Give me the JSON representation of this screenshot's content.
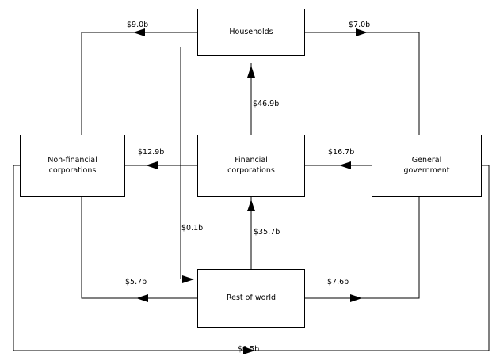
{
  "diagram": {
    "title": "",
    "type": "flow-diagram",
    "currency_unit": "billions of dollars",
    "nodes": [
      {
        "id": "households",
        "label": "Households"
      },
      {
        "id": "nonfinancial",
        "label": "Non-financial\ncorporations"
      },
      {
        "id": "financial",
        "label": "Financial\ncorporations"
      },
      {
        "id": "government",
        "label": "General\ngovernment"
      },
      {
        "id": "restofworld",
        "label": "Rest of world"
      }
    ],
    "flows": [
      {
        "id": "flow-households-to-nonfinancial",
        "label": "$9.0b",
        "value": 9.0,
        "from": "households",
        "to": "nonfinancial"
      },
      {
        "id": "flow-households-to-government",
        "label": "$7.0b",
        "value": 7.0,
        "from": "households",
        "to": "government"
      },
      {
        "id": "flow-financial-to-households",
        "label": "$46.9b",
        "value": 46.9,
        "from": "financial",
        "to": "households"
      },
      {
        "id": "flow-financial-to-nonfinancial",
        "label": "$12.9b",
        "value": 12.9,
        "from": "financial",
        "to": "nonfinancial"
      },
      {
        "id": "flow-government-to-financial",
        "label": "$16.7b",
        "value": 16.7,
        "from": "government",
        "to": "financial"
      },
      {
        "id": "flow-households-to-restofworld",
        "label": "$0.1b",
        "value": 0.1,
        "from": "households",
        "to": "restofworld"
      },
      {
        "id": "flow-restofworld-to-financial",
        "label": "$35.7b",
        "value": 35.7,
        "from": "restofworld",
        "to": "financial"
      },
      {
        "id": "flow-restofworld-to-nonfinancial",
        "label": "$5.7b",
        "value": 5.7,
        "from": "restofworld",
        "to": "nonfinancial"
      },
      {
        "id": "flow-restofworld-to-government",
        "label": "$7.6b",
        "value": 7.6,
        "from": "restofworld",
        "to": "government"
      },
      {
        "id": "flow-government-to-nonfinancial",
        "label": "$0.5b",
        "value": 0.5,
        "from": "government",
        "to": "nonfinancial"
      }
    ],
    "colors": {
      "line": "#000000",
      "box_fill": "#ffffff",
      "text": "#000000"
    }
  }
}
